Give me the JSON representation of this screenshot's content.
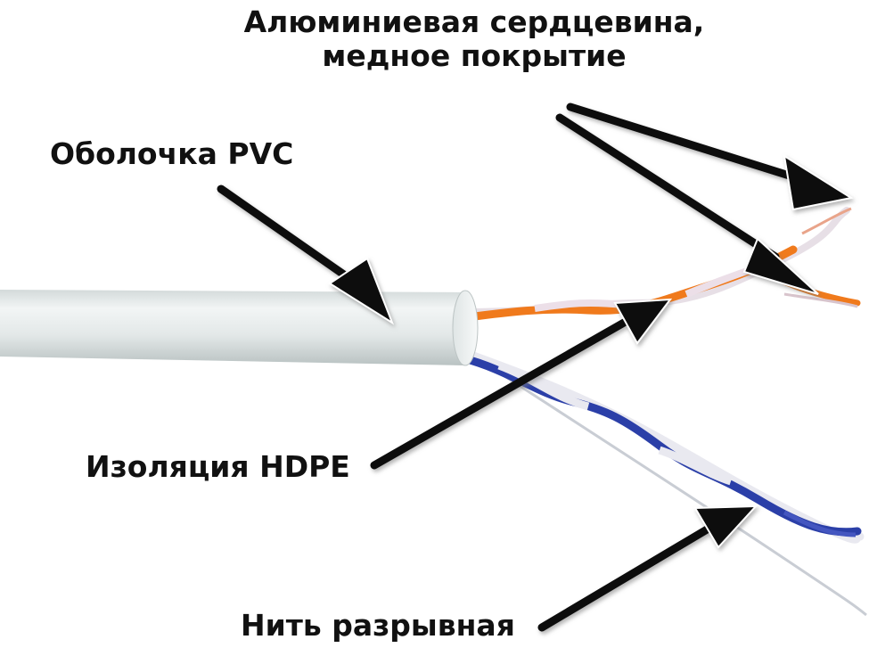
{
  "labels": {
    "core_line1": "Алюминиевая сердцевина,",
    "core_line2": "медное покрытие",
    "sheath": "Оболочка PVC",
    "insulation": "Изоляция HDPE",
    "thread": "Нить разрывная"
  },
  "colors": {
    "jacket": "#e4e9e9",
    "orange_wire": "#f07a1c",
    "blue_wire": "#2b3fa8",
    "white_wire": "#eeeef4",
    "arrow": "#0a0a0a"
  }
}
